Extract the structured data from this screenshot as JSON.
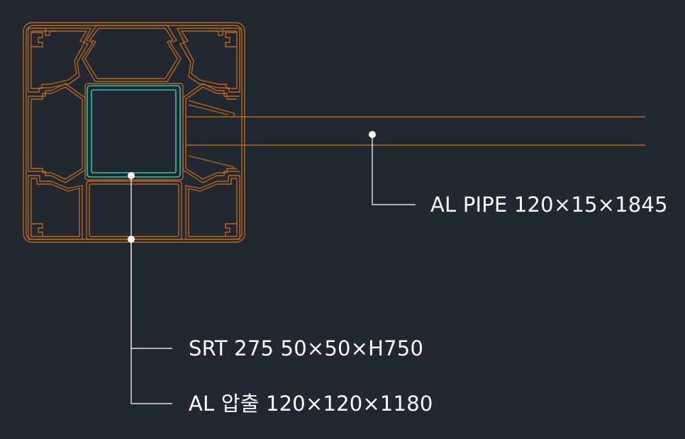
{
  "colors": {
    "background": "#212831",
    "profile": "#b8661b",
    "steel_tube": "#2ec4b6",
    "leader": "#ffffff"
  },
  "callouts": {
    "pipe": "AL PIPE 120×15×1845",
    "steel": "SRT 275 50×50×H750",
    "extrusion": "AL 압출 120×120×1180"
  }
}
